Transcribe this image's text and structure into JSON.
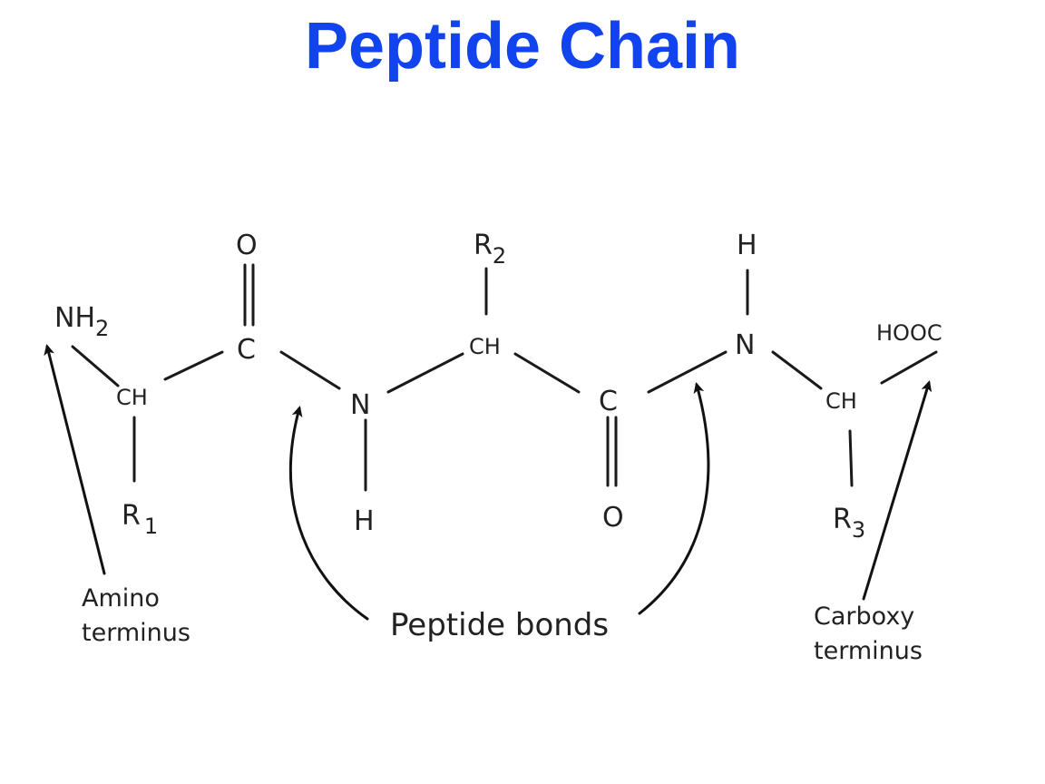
{
  "title": "Peptide Chain",
  "colors": {
    "title": "#1144ee",
    "ink": "#1a1a1a"
  },
  "atoms": {
    "nh": "NH",
    "nh_sub": "2",
    "ch1": "CH",
    "r1": "R",
    "r1_sub": "1",
    "o1": "O",
    "c1": "C",
    "n1": "N",
    "h1": "H",
    "r2": "R",
    "r2_sub": "2",
    "ch2": "CH",
    "c2": "C",
    "o2": "O",
    "h2": "H",
    "n2": "N",
    "ch3": "CH",
    "r3": "R",
    "r3_sub": "3",
    "hooc": "HOOC"
  },
  "labels": {
    "amino_line1": "Amino",
    "amino_line2": "terminus",
    "peptide_bonds": "Peptide bonds",
    "carboxy_line1": "Carboxy",
    "carboxy_line2": "terminus"
  }
}
